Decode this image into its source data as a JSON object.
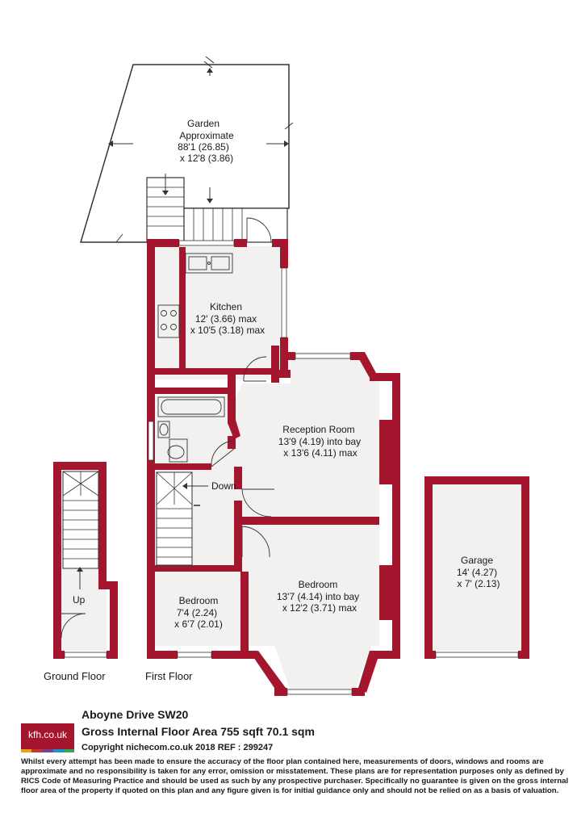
{
  "rooms": {
    "garden": {
      "name": "Garden",
      "line1": "Approximate",
      "line2": "88'1 (26.85)",
      "line3": "x 12'8 (3.86)"
    },
    "kitchen": {
      "name": "Kitchen",
      "line1": "12' (3.66) max",
      "line2": "x 10'5 (3.18) max"
    },
    "reception": {
      "name": "Reception Room",
      "line1": "13'9 (4.19) into bay",
      "line2": "x 13'6 (4.11) max"
    },
    "bedroom_main": {
      "name": "Bedroom",
      "line1": "13'7 (4.14) into bay",
      "line2": "x 12'2 (3.71) max"
    },
    "bedroom_small": {
      "name": "Bedroom",
      "line1": "7'4 (2.24)",
      "line2": "x 6'7 (2.01)"
    },
    "garage": {
      "name": "Garage",
      "line1": "14' (4.27)",
      "line2": "x 7' (2.13)"
    }
  },
  "stairs": {
    "down": "Down",
    "up": "Up"
  },
  "floors": {
    "ground": "Ground Floor",
    "first": "First Floor"
  },
  "footer": {
    "logo": "kfh.co.uk",
    "address": "Aboyne Drive  SW20",
    "area": "Gross Internal Floor Area 755 sqft 70.1 sqm",
    "copyright": "Copyright nichecom.co.uk 2018 REF : 299247",
    "disclaimer": "Whilst every attempt has been made to ensure the accuracy of the floor plan contained here, measurements of doors, windows and rooms are approximate and no responsibility is taken for any error, omission or misstatement.  These plans are for representation purposes only as defined by RICS Code of Measuring Practice and should be used as such by any prospective purchaser.  Specifically no guarantee is given on the gross internal floor area of the property if quoted on this plan and any figure given is for initial guidance only and should not be relied on as a basis of valuation."
  },
  "colors": {
    "wall": "#a3162e",
    "floor": "#f2f1ef",
    "line": "#333333",
    "logo_strip": [
      "#e8a21a",
      "#c0392b",
      "#7b3f98",
      "#1f8fc8",
      "#3aa655"
    ]
  }
}
